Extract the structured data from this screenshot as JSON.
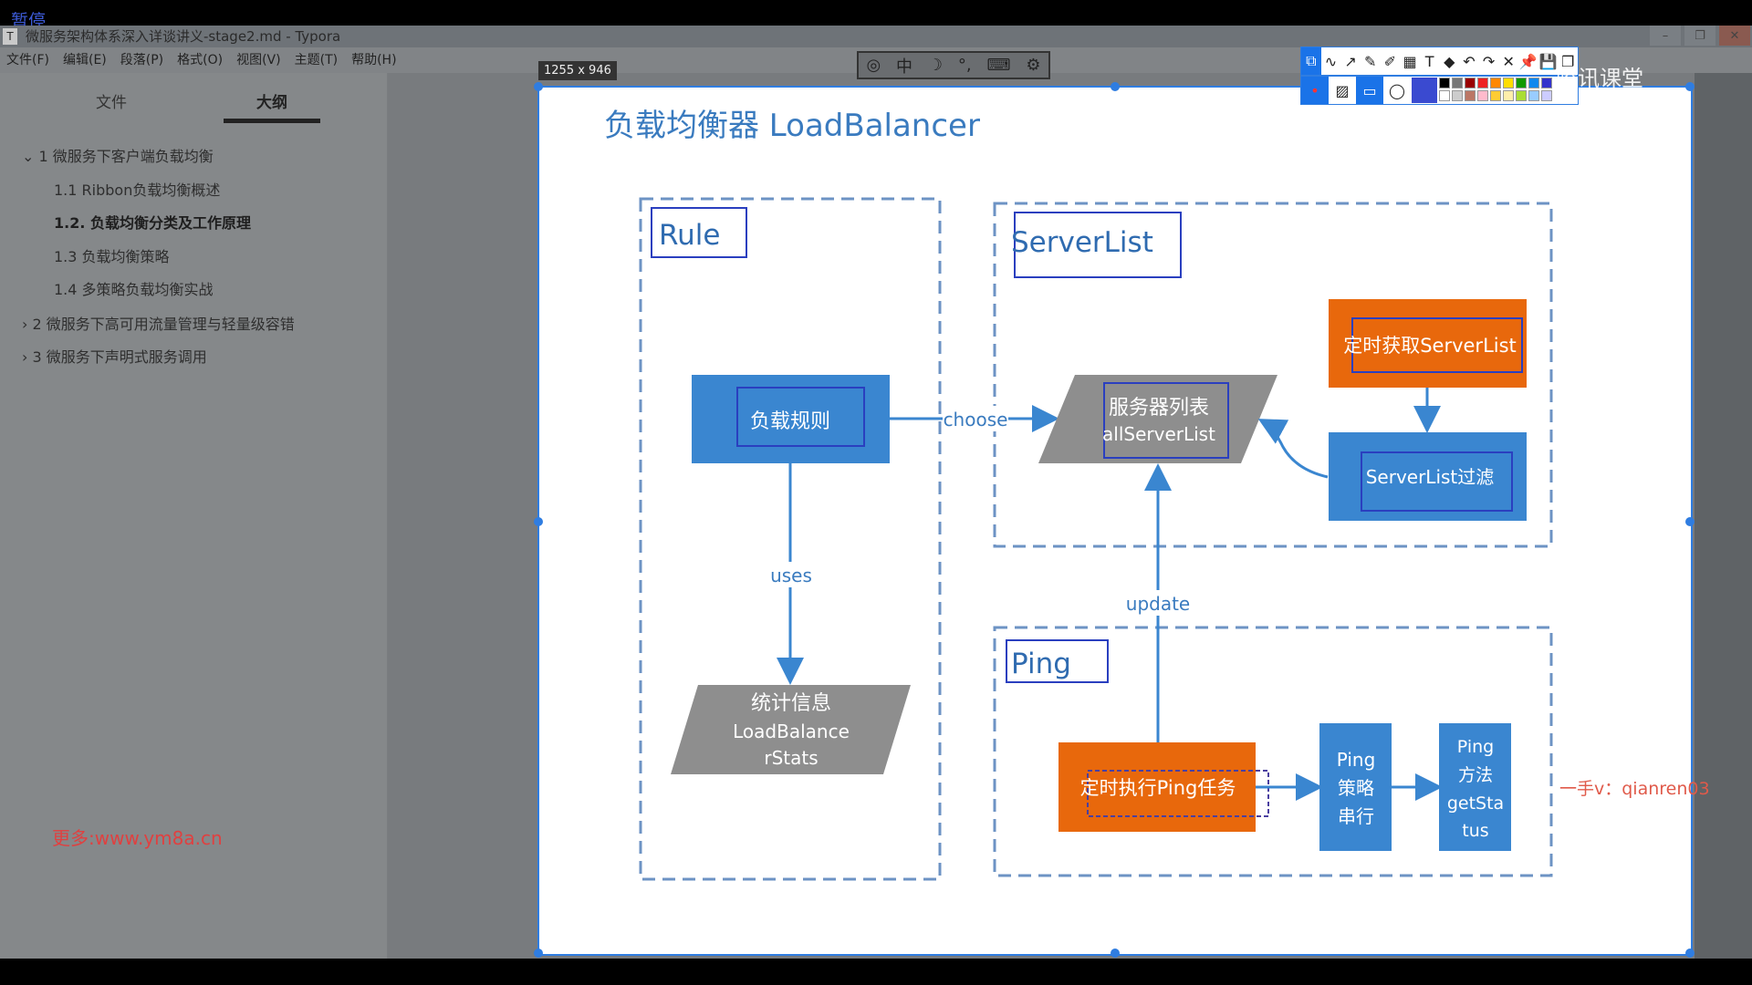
{
  "overlay": {
    "pause": "暂停",
    "size_label": "1255 x 946",
    "brand": "腾讯课堂"
  },
  "window": {
    "title": "微服务架构体系深入详谈讲义-stage2.md - Typora",
    "app_icon": "T"
  },
  "menu": [
    "文件(F)",
    "编辑(E)",
    "段落(P)",
    "格式(O)",
    "视图(V)",
    "主题(T)",
    "帮助(H)"
  ],
  "sidebar": {
    "tabs": [
      "文件",
      "大纲"
    ],
    "active_tab": "大纲",
    "outline": [
      {
        "label": "1 微服务下客户端负载均衡",
        "expanded": true
      },
      {
        "label": "1.1 Ribbon负载均衡概述"
      },
      {
        "label": "1.2. 负载均衡分类及工作原理",
        "active": true
      },
      {
        "label": "1.3 负载均衡策略"
      },
      {
        "label": "1.4 多策略负载均衡实战"
      },
      {
        "label": "2 微服务下高可用流量管理与轻量级容错",
        "expanded": false
      },
      {
        "label": "3 微服务下声明式服务调用",
        "expanded": false
      }
    ]
  },
  "watermark_left": "更多:www.ym8a.cn",
  "watermark_right": "一手v：qianren03",
  "ime_toolbar": [
    "中",
    "☽",
    "°,",
    "⌨",
    "⚙"
  ],
  "diagram": {
    "title": "负载均衡器 LoadBalancer",
    "rule": {
      "label": "Rule",
      "rule_box": "负载规则",
      "stats": [
        "统计信息",
        "LoadBalance",
        "rStats"
      ],
      "uses": "uses"
    },
    "choose": "choose",
    "serverlist": {
      "label": "ServerList",
      "list": [
        "服务器列表",
        "allServerList"
      ],
      "fetch": "定时获取ServerList",
      "filter": "ServerList过滤"
    },
    "update": "update",
    "ping": {
      "label": "Ping",
      "task": "定时执行Ping任务",
      "strategy": [
        "Ping",
        "策略",
        "串行"
      ],
      "method": [
        "Ping",
        "方法",
        "getSta",
        "tus"
      ]
    },
    "colors": {
      "blue": "#3a86d0",
      "orange": "#e8680c",
      "gray": "#8e8e8e",
      "title": "#3a7bbf",
      "dash": "#6d93c4"
    }
  }
}
